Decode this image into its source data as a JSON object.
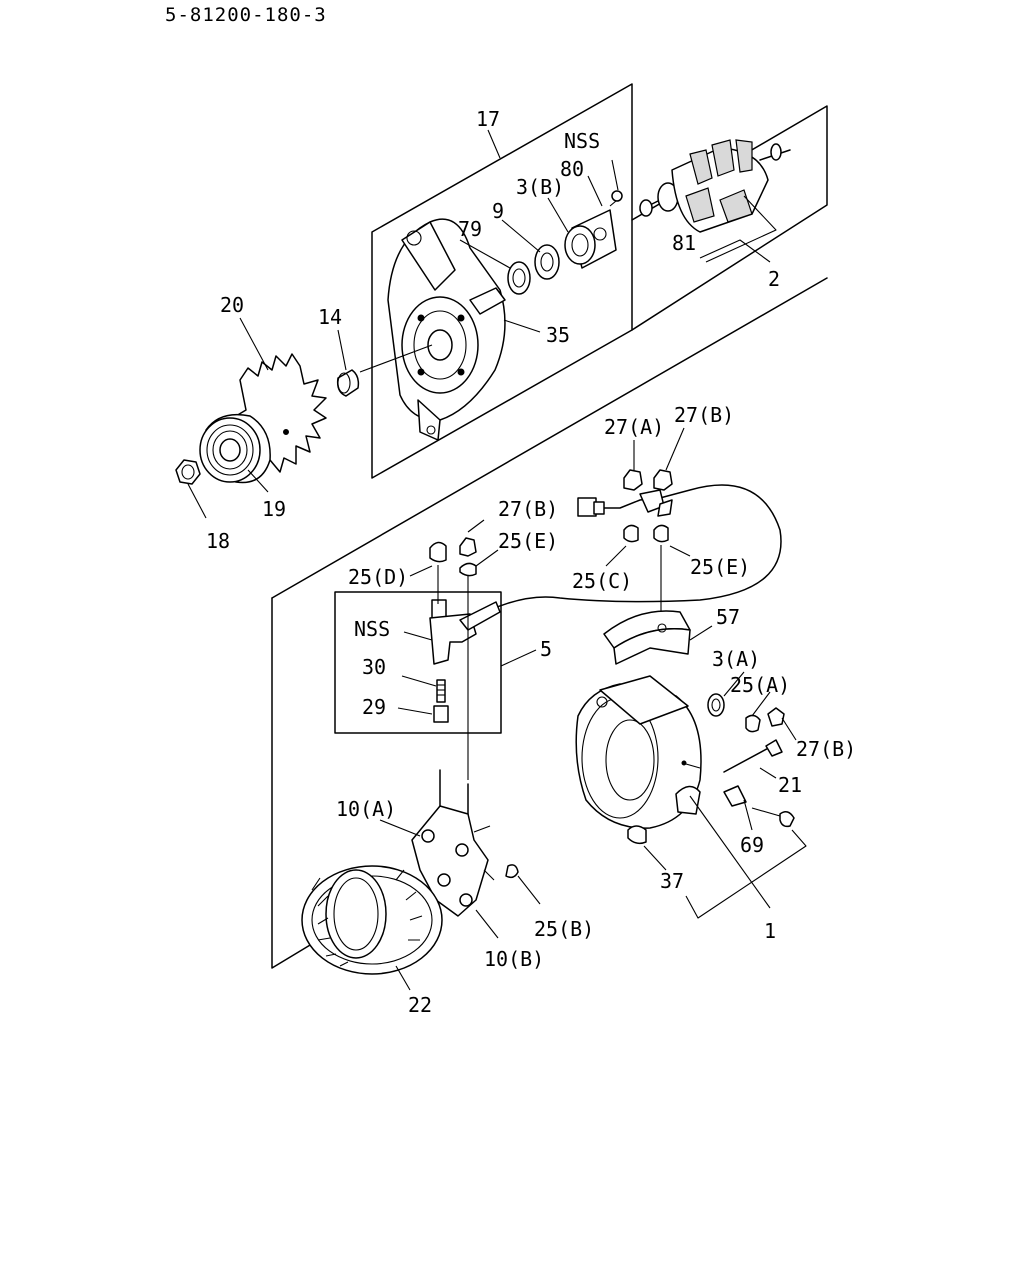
{
  "doc_id": "5-81200-180-3",
  "labels": {
    "l17": "17",
    "nss_top": "NSS",
    "l80": "80",
    "l3b": "3(B)",
    "l9": "9",
    "l79": "79",
    "l81": "81",
    "l2": "2",
    "l20": "20",
    "l14": "14",
    "l35": "35",
    "l19": "19",
    "l18": "18",
    "l27a": "27(A)",
    "l27b_top": "27(B)",
    "l27b_mid": "27(B)",
    "l25e_mid": "25(E)",
    "l25d": "25(D)",
    "l25c": "25(C)",
    "l25e_right": "25(E)",
    "nss_mid": "NSS",
    "l57": "57",
    "l5": "5",
    "l30": "30",
    "l29": "29",
    "l3a": "3(A)",
    "l25a": "25(A)",
    "l27b_right": "27(B)",
    "l21": "21",
    "l10a": "10(A)",
    "l69": "69",
    "l37": "37",
    "l25b": "25(B)",
    "l1": "1",
    "l10b": "10(B)",
    "l22": "22"
  }
}
